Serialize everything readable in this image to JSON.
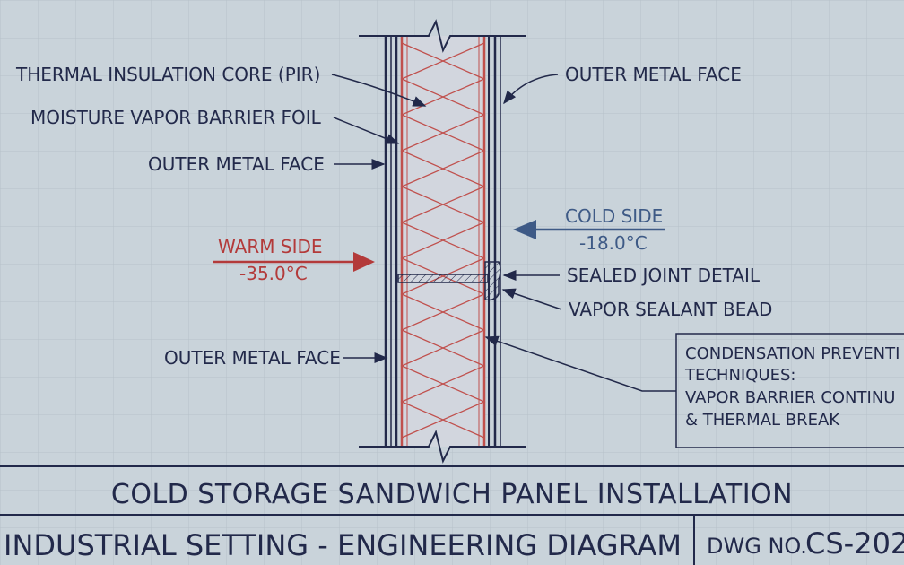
{
  "colors": {
    "background": "#c9d3da",
    "grid": "#b6c1c9",
    "ink": "#22294a",
    "insulation": "#c0504d",
    "warm": "#b33a3a",
    "cold": "#3e5a86"
  },
  "labels": {
    "insulation_core": "THERMAL INSULATION CORE (PIR)",
    "vapor_barrier": "MOISTURE VAPOR BARRIER FOIL",
    "outer_face_left_top": "OUTER METAL FACE",
    "outer_face_left_bottom": "OUTER METAL FACE",
    "outer_face_right": "OUTER METAL FACE",
    "sealed_joint": "SEALED JOINT DETAIL",
    "sealant_bead": "VAPOR SEALANT BEAD"
  },
  "warm_side": {
    "label": "WARM SIDE",
    "temp": "-35.0°C"
  },
  "cold_side": {
    "label": "COLD SIDE",
    "temp": "-18.0°C"
  },
  "note": {
    "line1": "CONDENSATION PREVENTI",
    "line2": "TECHNIQUES:",
    "line3": "VAPOR BARRIER CONTINU",
    "line4": "& THERMAL BREAK"
  },
  "title_block": {
    "title": "COLD STORAGE SANDWICH PANEL INSTALLATION",
    "subtitle": "INDUSTRIAL SETTING - ENGINEERING DIAGRAM",
    "dwg_prefix": "DWG NO.",
    "dwg_number": "CS-202"
  }
}
